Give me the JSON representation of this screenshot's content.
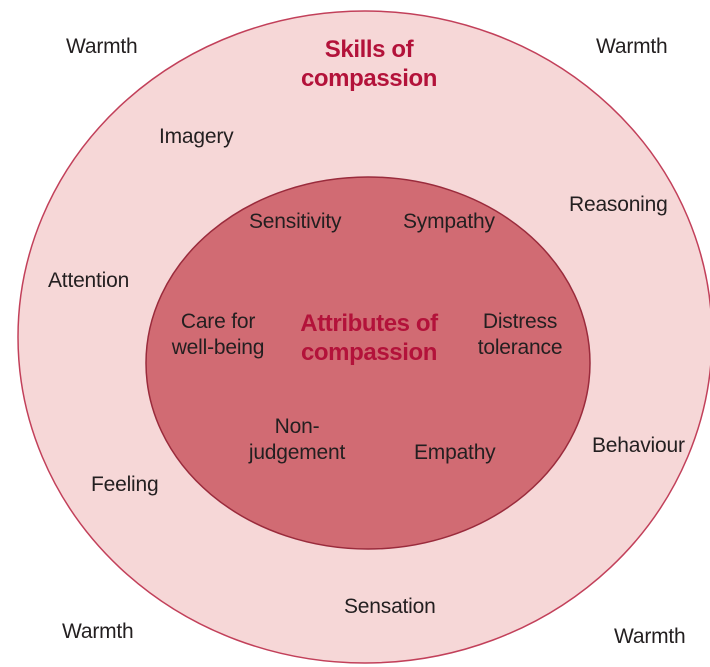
{
  "colors": {
    "outer_fill": "#f6d7d7",
    "outer_stroke": "#c2405a",
    "inner_fill": "#d16b73",
    "inner_stroke": "#9a2b3c",
    "title_color": "#b3123a",
    "text_color": "#231f20"
  },
  "outer": {
    "title_line1": "Skills of",
    "title_line2": "compassion",
    "skills": {
      "imagery": "Imagery",
      "reasoning": "Reasoning",
      "attention": "Attention",
      "behaviour": "Behaviour",
      "feeling": "Feeling",
      "sensation": "Sensation"
    }
  },
  "inner": {
    "title_line1": "Attributes of",
    "title_line2": "compassion",
    "attributes": {
      "sensitivity": "Sensitivity",
      "sympathy": "Sympathy",
      "care_line1": "Care for",
      "care_line2": "well-being",
      "distress_line1": "Distress",
      "distress_line2": "tolerance",
      "nonjudgement_line1": "Non-",
      "nonjudgement_line2": "judgement",
      "empathy": "Empathy"
    }
  },
  "corners": {
    "top_left": "Warmth",
    "top_right": "Warmth",
    "bottom_left": "Warmth",
    "bottom_right": "Warmth"
  }
}
